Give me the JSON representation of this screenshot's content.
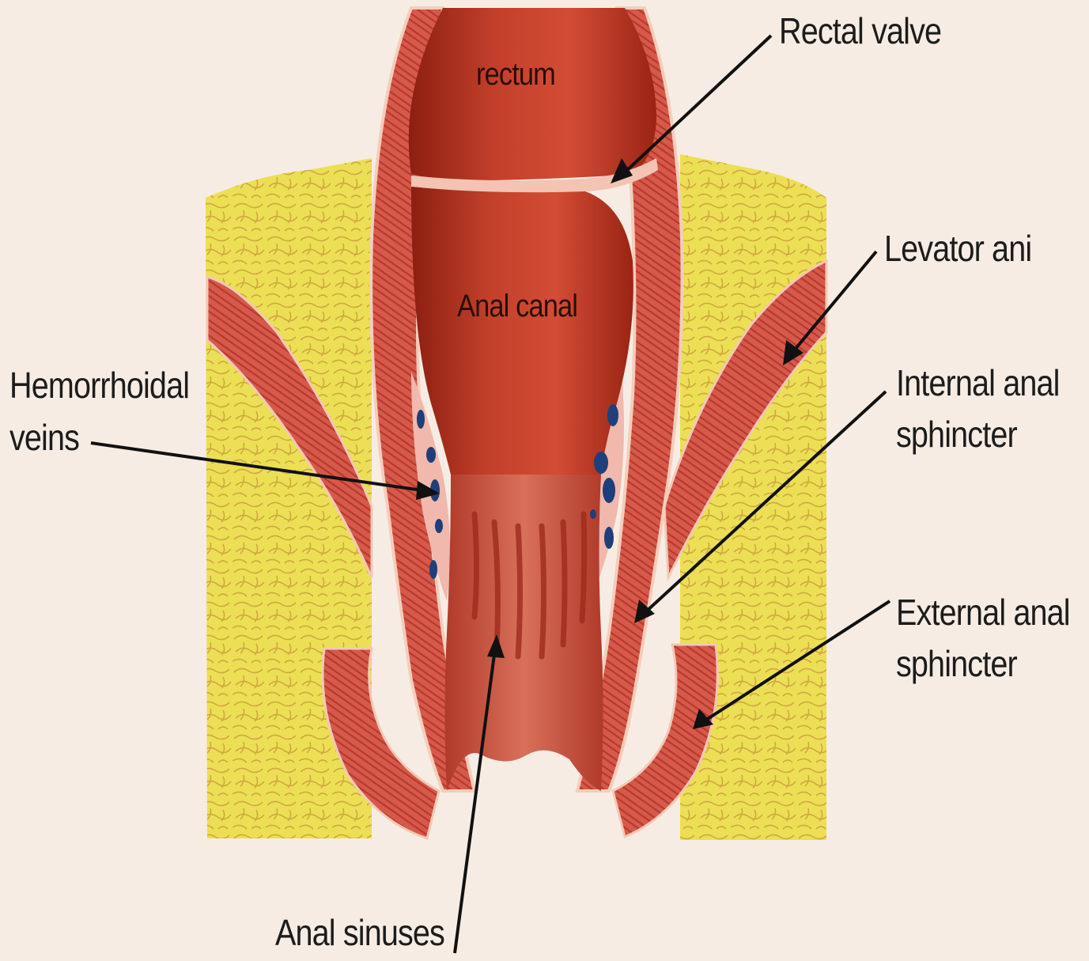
{
  "labels": {
    "rectum": "rectum",
    "anal_canal": "Anal canal",
    "rectal_valve": "Rectal valve",
    "levator_ani": "Levator ani",
    "hemorrhoidal_veins_line1": "Hemorrhoidal",
    "hemorrhoidal_veins_line2": "veins",
    "internal_sphincter_line1": "Internal anal",
    "internal_sphincter_line2": "sphincter",
    "external_sphincter_line1": "External anal",
    "external_sphincter_line2": "sphincter",
    "anal_sinuses": "Anal sinuses"
  },
  "colors": {
    "background": "#f7ece3",
    "fat": "#eadc4f",
    "fat_lines": "#c99a3a",
    "muscle": "#d9574a",
    "lumen": "#b8321f",
    "veins": "#1e3f7a",
    "leader": "#111111"
  }
}
